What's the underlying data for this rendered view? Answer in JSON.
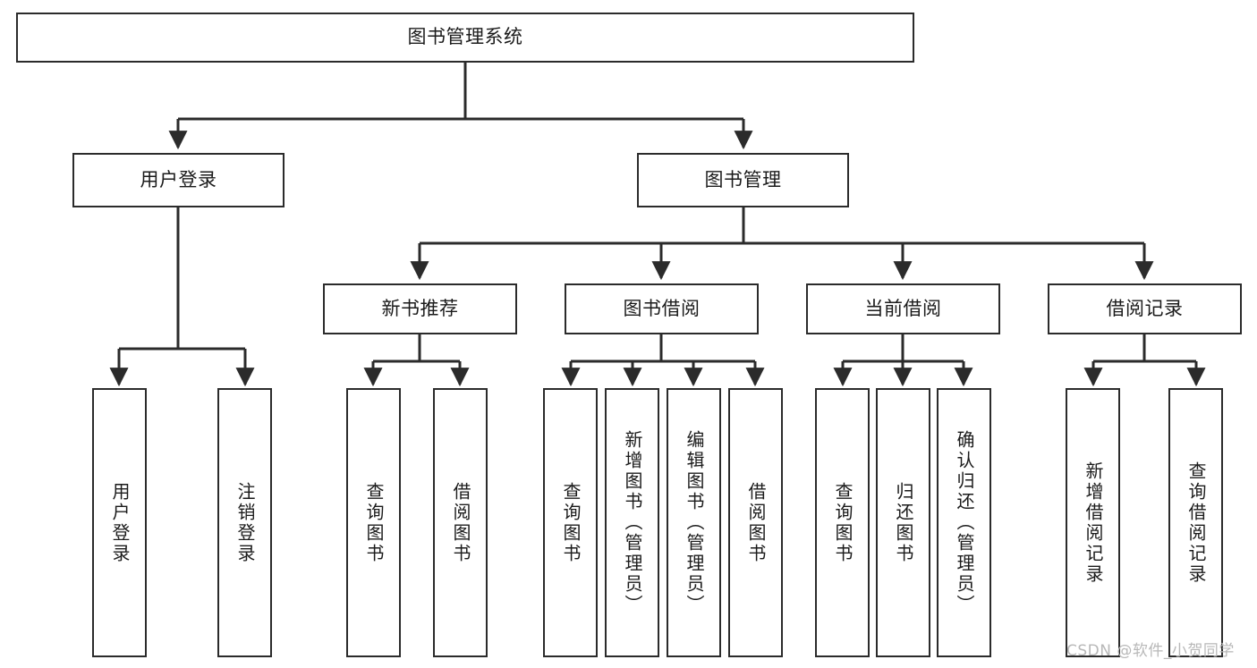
{
  "diagram": {
    "title": "图书管理系统",
    "watermark": "CSDN @软件_小贺同学",
    "line_color": "#2b2b2b",
    "box_border_color": "#2b2b2b",
    "box_fill_color": "#ffffff",
    "text_color": "#1b1b1b",
    "watermark_color": "#b8b8b8"
  },
  "nodes": {
    "root": {
      "label": "图书管理系统"
    },
    "level2": [
      {
        "label": "用户登录"
      },
      {
        "label": "图书管理"
      }
    ],
    "level3": [
      {
        "label": "新书推荐"
      },
      {
        "label": "图书借阅"
      },
      {
        "label": "当前借阅"
      },
      {
        "label": "借阅记录"
      }
    ],
    "leaves": {
      "user_login": [
        {
          "label": "用户登录"
        },
        {
          "label": "注销登录"
        }
      ],
      "new_book": [
        {
          "label": "查询图书"
        },
        {
          "label": "借阅图书"
        }
      ],
      "book_borrow": [
        {
          "label": "查询图书"
        },
        {
          "label": "新增图书（管理员）"
        },
        {
          "label": "编辑图书（管理员）"
        },
        {
          "label": "借阅图书"
        }
      ],
      "current_borrow": [
        {
          "label": "查询图书"
        },
        {
          "label": "归还图书"
        },
        {
          "label": "确认归还（管理员）"
        }
      ],
      "borrow_record": [
        {
          "label": "新增借阅记录"
        },
        {
          "label": "查询借阅记录"
        }
      ]
    }
  }
}
